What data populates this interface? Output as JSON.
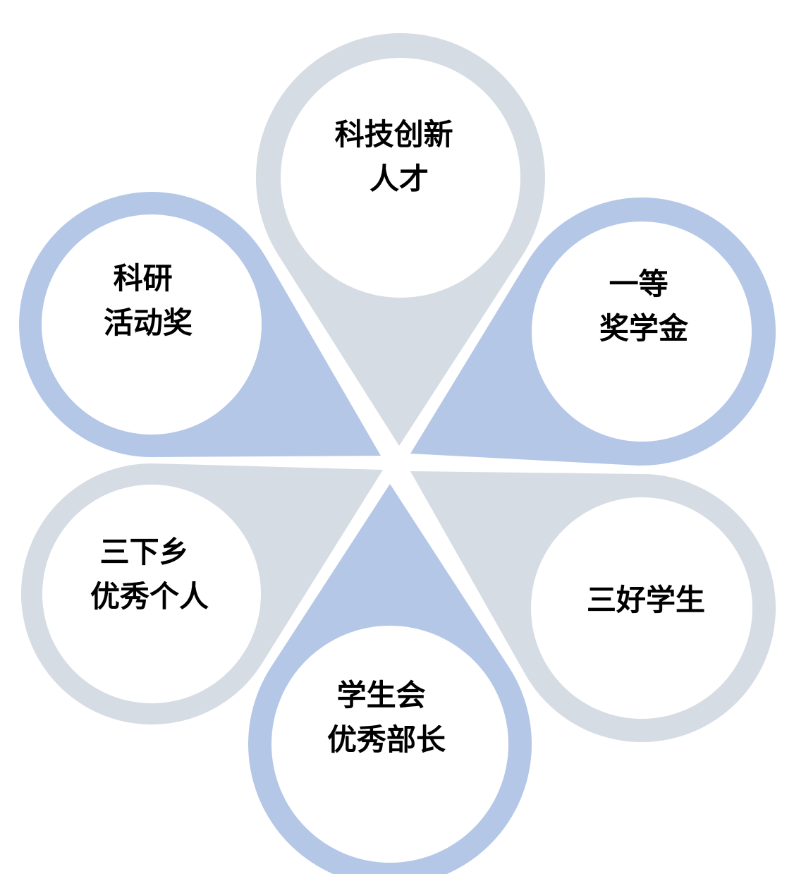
{
  "colors": {
    "blue": "#b4c7e7",
    "gray": "#d6dce4",
    "inner": "#ffffff",
    "text": "#000000"
  },
  "petals": [
    {
      "id": "top",
      "lines": [
        "科技创新",
        "人才"
      ],
      "color": "gray"
    },
    {
      "id": "upper-right",
      "lines": [
        "一等",
        "奖学金"
      ],
      "color": "blue"
    },
    {
      "id": "lower-right",
      "lines": [
        "三好学生"
      ],
      "color": "gray"
    },
    {
      "id": "bottom",
      "lines": [
        "学生会",
        "优秀部长"
      ],
      "color": "blue"
    },
    {
      "id": "lower-left",
      "lines": [
        "三下乡",
        "优秀个人"
      ],
      "color": "gray"
    },
    {
      "id": "upper-left",
      "lines": [
        "科研",
        "活动奖"
      ],
      "color": "blue"
    }
  ]
}
